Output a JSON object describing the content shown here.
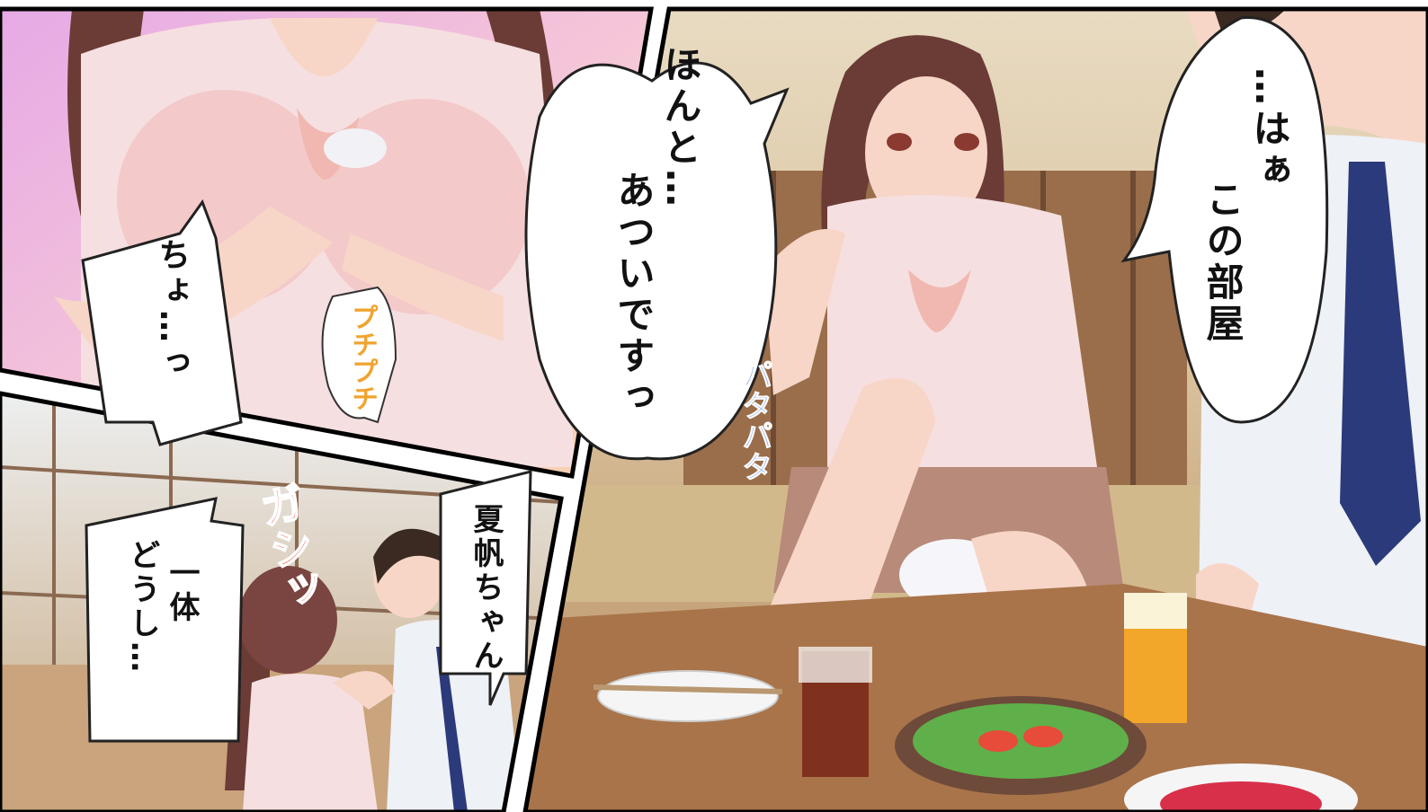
{
  "panels": [
    {
      "id": "top-left",
      "description_words": []
    },
    {
      "id": "bottom-left"
    },
    {
      "id": "right"
    }
  ],
  "bubbles": {
    "cho": [
      "ちょ…っ"
    ],
    "honto": [
      "ほんと…",
      "あついですっ"
    ],
    "haa": [
      "…はぁ",
      "この部屋"
    ],
    "natsuho": [
      "夏帆ちゃん"
    ],
    "ittai": [
      "一体",
      "どうし…"
    ]
  },
  "sfx": {
    "puchi": "プチプチ",
    "gashi": "ガシッ",
    "pata": "パタパタ"
  },
  "colors": {
    "skin": "#f7d6c8",
    "shirt": "#f6dfe0",
    "hair": "#6b3b36",
    "table": "#a9744a",
    "wall": "#c79a74",
    "panel_bg_top": "#f3c3da",
    "sfx_orange": "#f0a430",
    "sfx_red": "#e8361f",
    "sfx_blue": "#8aa8e8"
  }
}
